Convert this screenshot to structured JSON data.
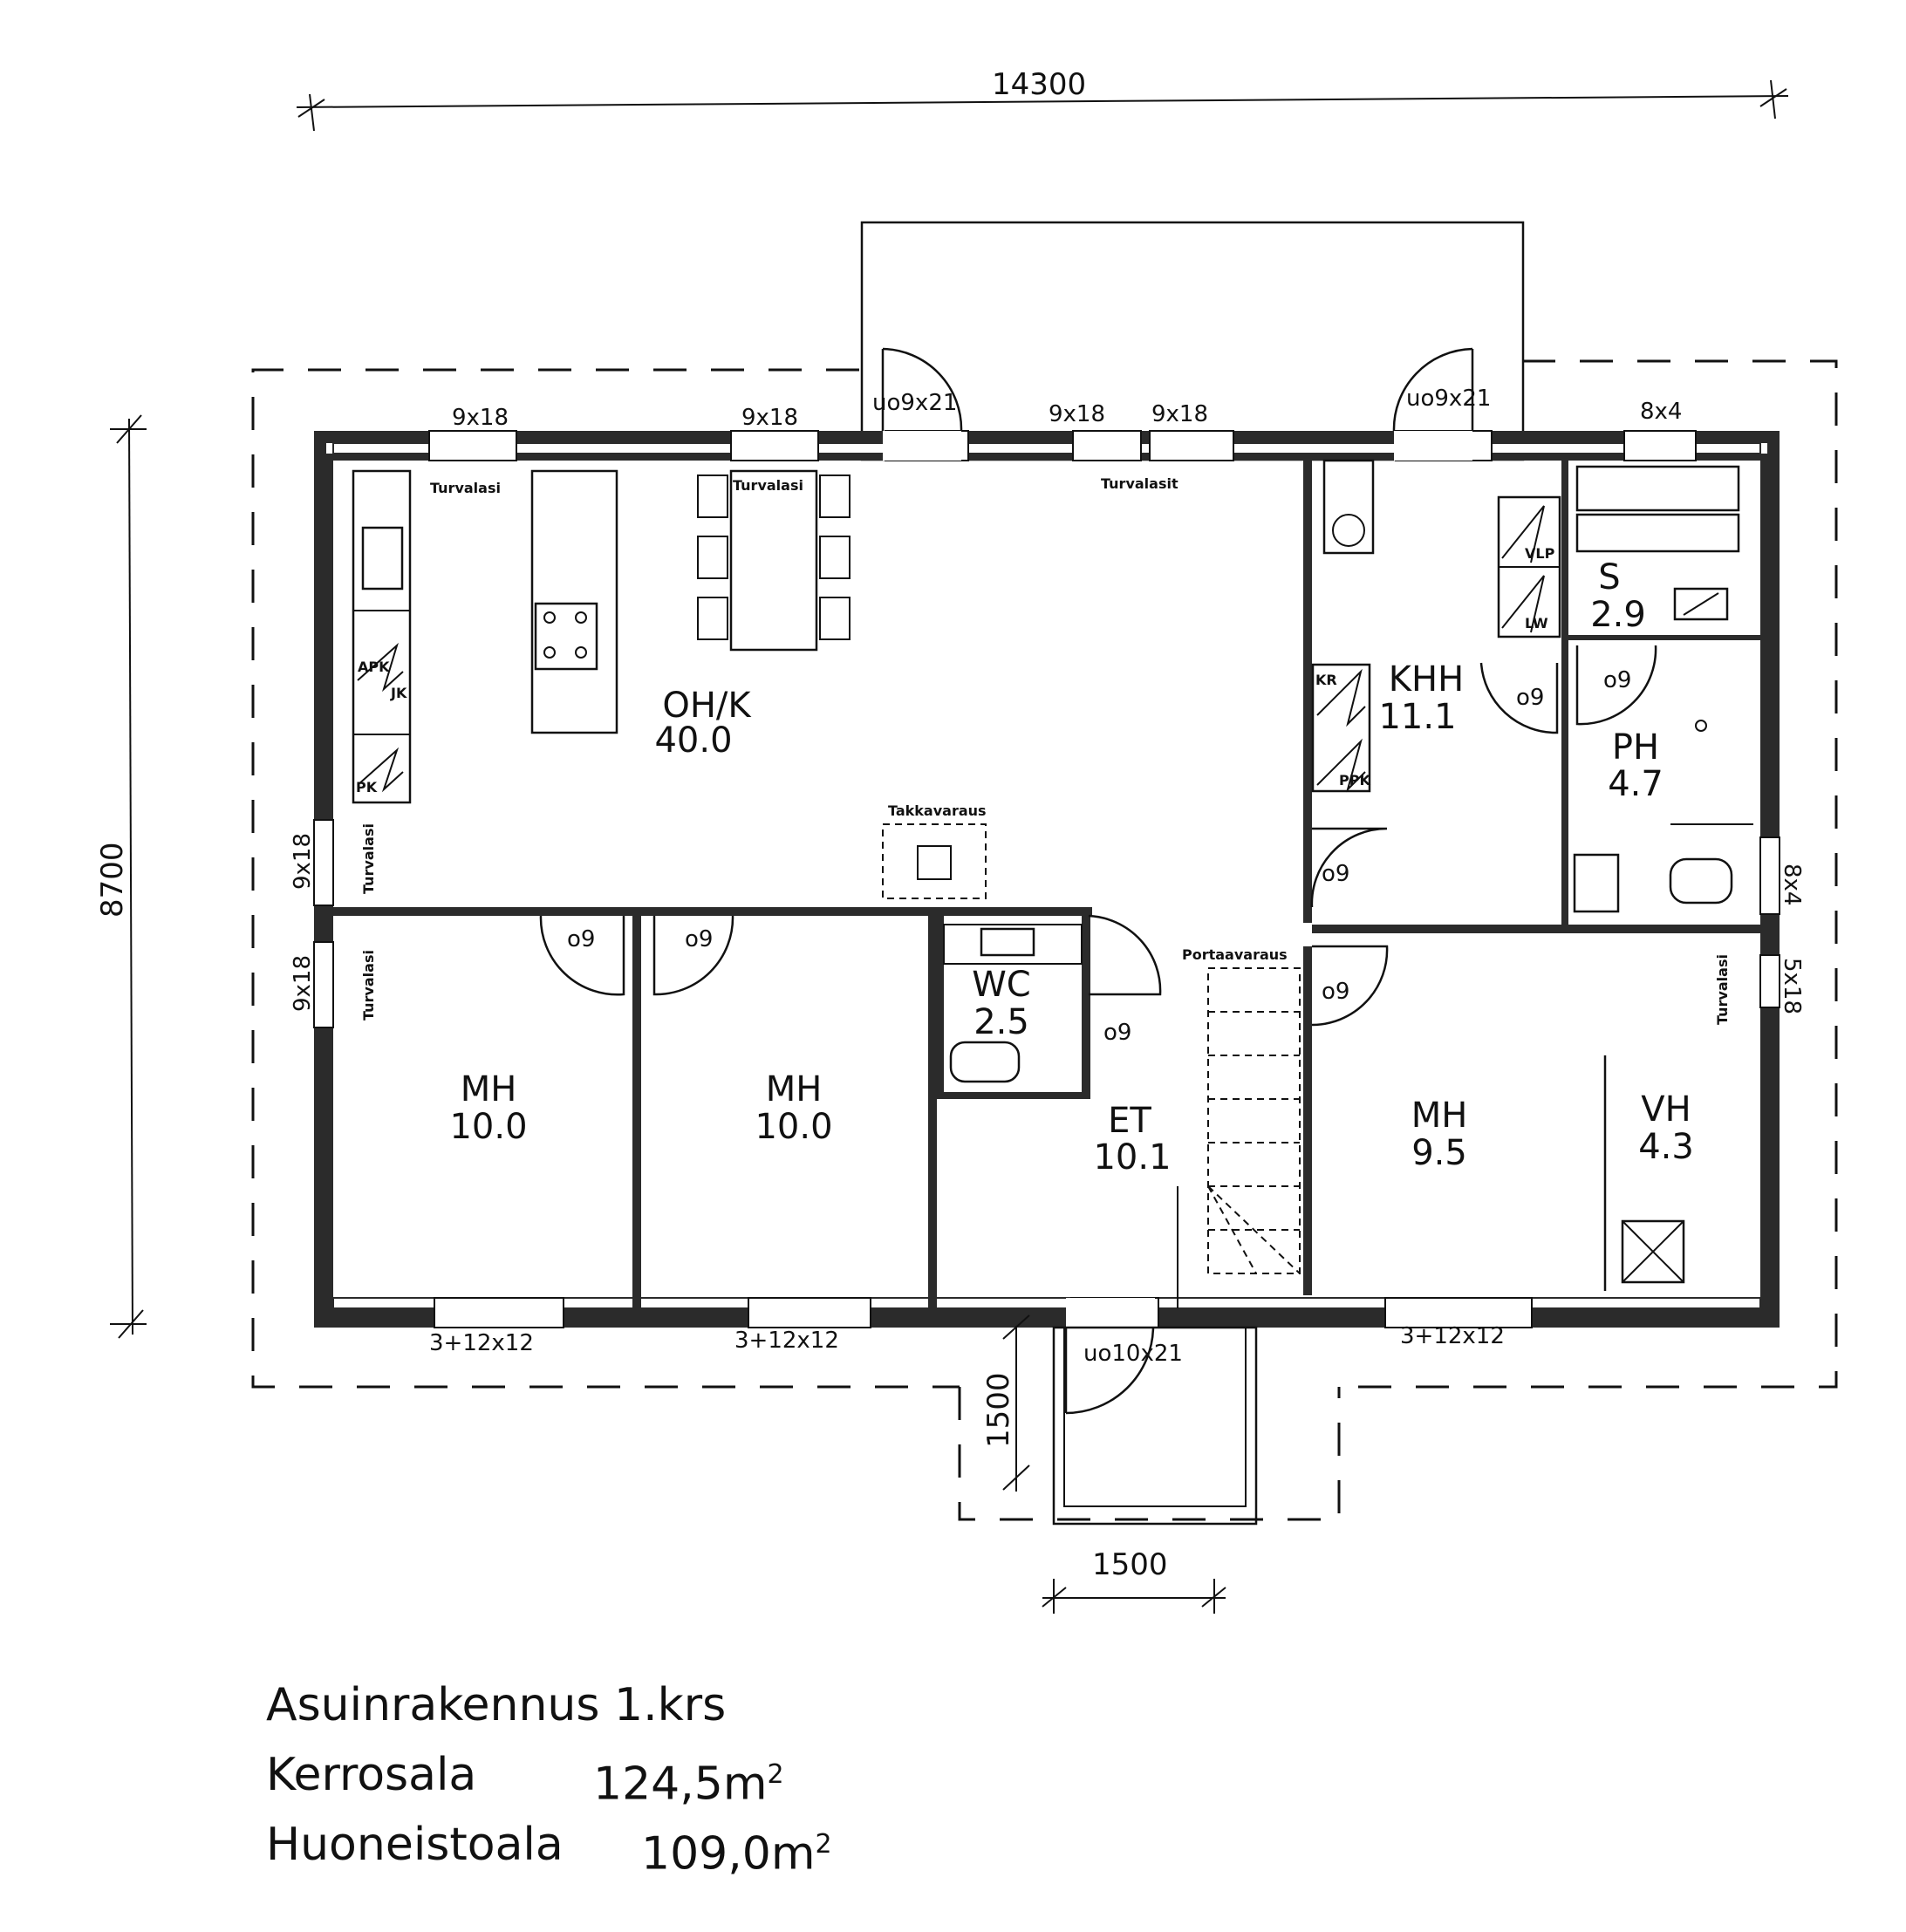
{
  "dimensions": {
    "total_width": "14300",
    "total_depth": "8700",
    "porch_depth": "1500",
    "porch_width": "1500"
  },
  "rooms": {
    "ohk": {
      "name": "OH/K",
      "area": "40.0"
    },
    "khh": {
      "name": "KHH",
      "area": "11.1"
    },
    "s": {
      "name": "S",
      "area": "2.9"
    },
    "ph": {
      "name": "PH",
      "area": "4.7"
    },
    "wc": {
      "name": "WC",
      "area": "2.5"
    },
    "et": {
      "name": "ET",
      "area": "10.1"
    },
    "mh1": {
      "name": "MH",
      "area": "10.0"
    },
    "mh2": {
      "name": "MH",
      "area": "10.0"
    },
    "mh3": {
      "name": "MH",
      "area": "9.5"
    },
    "vh": {
      "name": "VH",
      "area": "4.3"
    }
  },
  "windows": {
    "top1": "9x18",
    "top2": "9x18",
    "top3": "9x18",
    "top4": "9x18",
    "top5": "8x4",
    "left1": "9x18",
    "left2": "9x18",
    "right1": "8x4",
    "right2": "5x18",
    "bottom1": "3+12x12",
    "bottom2": "3+12x12",
    "bottom3": "3+12x12"
  },
  "doors": {
    "ext_top1": "uo9x21",
    "ext_top2": "uo9x21",
    "ext_front": "uo10x21",
    "interior": "o9"
  },
  "annotations": {
    "safety_glass": "Turvalasi",
    "safety_glass_plural": "Turvalasit",
    "fireplace_reserve": "Takkavaraus",
    "stair_reserve": "Portaavaraus",
    "apk": "APK",
    "jk": "JK",
    "pk": "PK",
    "kr": "KR",
    "ppk": "PPK",
    "vlp": "VLP",
    "lw": "LW"
  },
  "summary": {
    "title": "Asuinrakennus 1.krs",
    "floor_area_label": "Kerrosala",
    "floor_area_value": "124,5m",
    "living_area_label": "Huoneistoala",
    "living_area_value": "109,0m",
    "unit_exp": "2"
  }
}
